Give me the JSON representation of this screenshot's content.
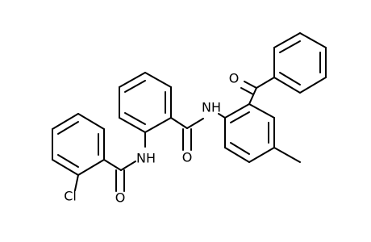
{
  "atoms": {
    "cl": "Cl",
    "o_left": "O",
    "nh_left": "NH",
    "o_middle": "O",
    "nh_right": "NH",
    "o_ketone": "O"
  }
}
